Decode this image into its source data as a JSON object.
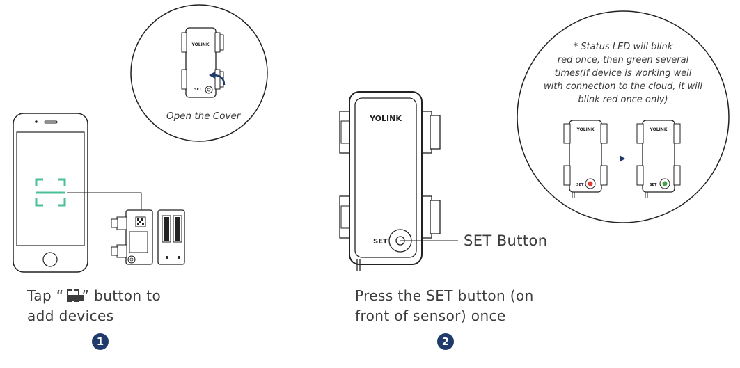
{
  "brand": "YOLINK",
  "step1": {
    "caption_before": "Tap “",
    "caption_after": "” button to",
    "caption_line2": "add devices",
    "number": "1",
    "inset_caption": "Open the Cover"
  },
  "step2": {
    "caption_line1": "Press the SET button (on",
    "caption_line2": "front of sensor) once",
    "number": "2",
    "set_label": "SET",
    "callout": "SET Button"
  },
  "led_note": {
    "lines": [
      "* Status LED will blink",
      "red once, then green several",
      "times(If device is working well",
      "with connection to the cloud, it will",
      "blink red once only)"
    ],
    "first_led_color": "#e53935",
    "second_led_color": "#43a047"
  },
  "colors": {
    "scan_accent": "#4cbf9a",
    "badge": "#1f3a6b",
    "arrow": "#1f3a6b"
  }
}
